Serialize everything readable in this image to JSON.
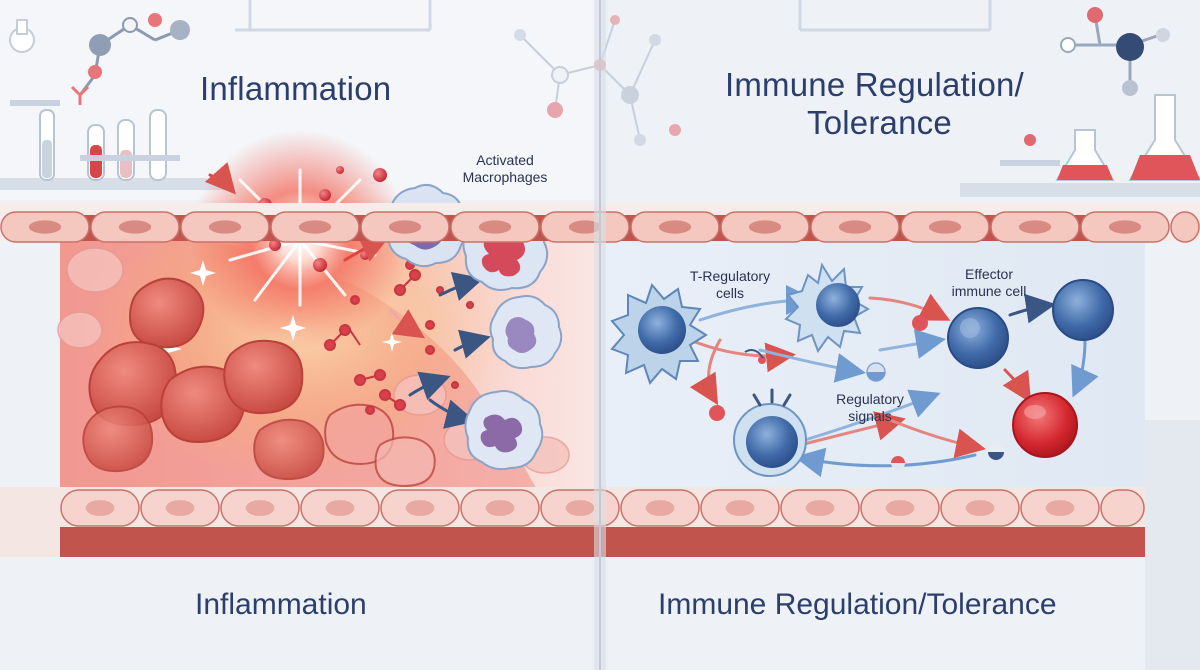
{
  "titles": {
    "left_top": "Inflammation",
    "right_top_line1": "Immune Regulation/",
    "right_top_line2": "Tolerance",
    "left_bottom": "Inflammation",
    "right_bottom": "Immune Regulation/Tolerance"
  },
  "labels": {
    "activated_macrophages_line1": "Activated",
    "activated_macrophages_line2": "Macrophages",
    "t_regulatory_line1": "T-Regulatory",
    "t_regulatory_line2": "cells",
    "effector_line1": "Effector",
    "effector_line2": "immune cell",
    "regulatory_signals_line1": "Regulatory",
    "regulatory_signals_line2": "signals"
  },
  "colors": {
    "inflammation_red": "#e0453c",
    "tissue_pink": "#f3c9c2",
    "vessel_wall": "#c75a52",
    "regulation_blue": "#4a78b0",
    "background": "#eef2f7",
    "text": "#2c3e6b"
  }
}
